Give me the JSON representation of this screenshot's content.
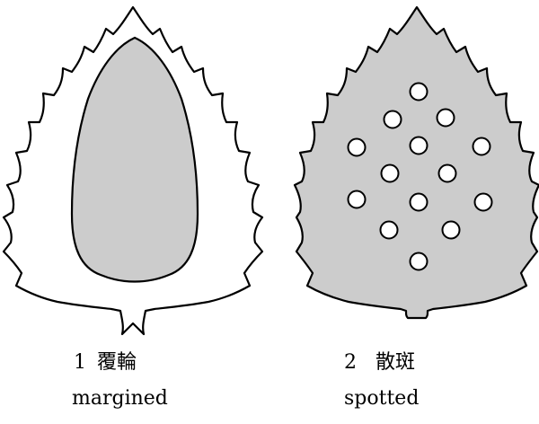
{
  "figures": [
    {
      "number": "1",
      "japanese": "覆輪",
      "english": "margined"
    },
    {
      "number": "2",
      "japanese": "散斑",
      "english": "spotted"
    }
  ],
  "colors": {
    "fill": "#cccccc",
    "stroke": "#000000",
    "background": "#ffffff",
    "spot": "#ffffff"
  }
}
